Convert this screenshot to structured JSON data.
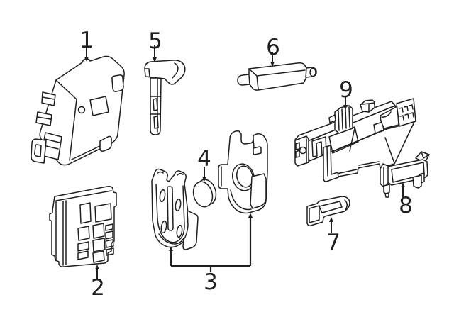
{
  "diagram": {
    "background_color": "#ffffff",
    "line_color": "#1f1f1f",
    "callouts": [
      {
        "number": "1"
      },
      {
        "number": "2"
      },
      {
        "number": "3"
      },
      {
        "number": "4"
      },
      {
        "number": "5"
      },
      {
        "number": "6"
      },
      {
        "number": "7"
      },
      {
        "number": "8"
      },
      {
        "number": "9"
      }
    ]
  }
}
